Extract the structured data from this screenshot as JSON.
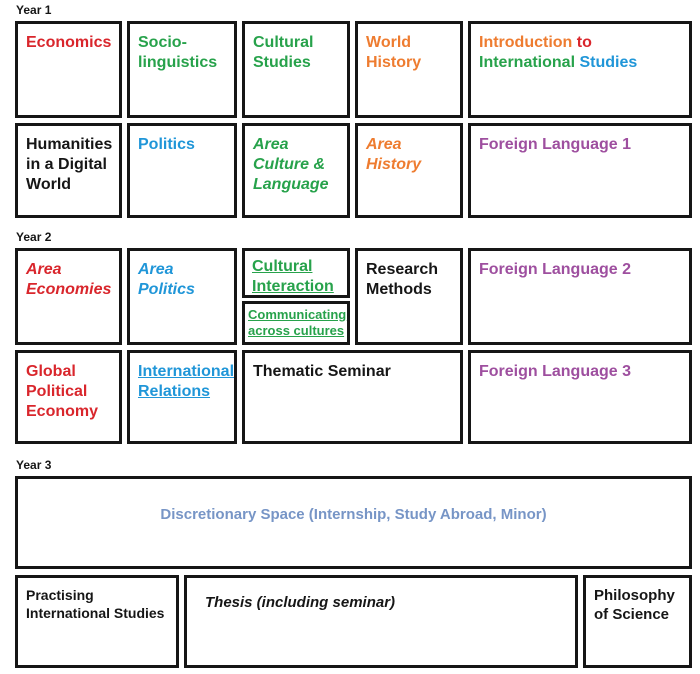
{
  "palette": {
    "red": "#d9262c",
    "green": "#27a24b",
    "orange": "#ee7c30",
    "blue": "#2096d8",
    "purple": "#9e4f9f",
    "steel_blue": "#7795c6",
    "black": "#161616"
  },
  "sections": {
    "year1": {
      "label": "Year 1",
      "row1": {
        "economics": "Economics",
        "sociolinguistics": "Socio-linguistics",
        "cultural_studies": "Cultural Studies",
        "world_history": "World History",
        "intro": {
          "part1": "Introduction",
          "part2": "to",
          "part3": "International",
          "part4": "Studies"
        }
      },
      "row2": {
        "humanities": "Humanities in a Digital World",
        "politics": "Politics",
        "area_culture_language": "Area Culture & Language",
        "area_history": "Area History",
        "foreign_language_1": "Foreign Language 1"
      }
    },
    "year2": {
      "label": "Year 2",
      "row1": {
        "area_economies": "Area Economies",
        "area_politics": "Area Politics",
        "cultural_interaction": "Cultural Interaction",
        "communicating_across_cultures": "Communicating across cultures",
        "research_methods": "Research Methods",
        "foreign_language_2": "Foreign Language 2"
      },
      "row2": {
        "global_political_economy": "Global Political Economy",
        "international_relations": "International Relations",
        "thematic_seminar": "Thematic Seminar",
        "foreign_language_3": "Foreign Language 3"
      }
    },
    "year3": {
      "label": "Year 3",
      "discretionary_space": "Discretionary Space (Internship, Study Abroad, Minor)",
      "row": {
        "practising_international_studies": "Practising International Studies",
        "thesis": "Thesis (including seminar)",
        "philosophy_of_science": "Philosophy of Science"
      }
    }
  }
}
